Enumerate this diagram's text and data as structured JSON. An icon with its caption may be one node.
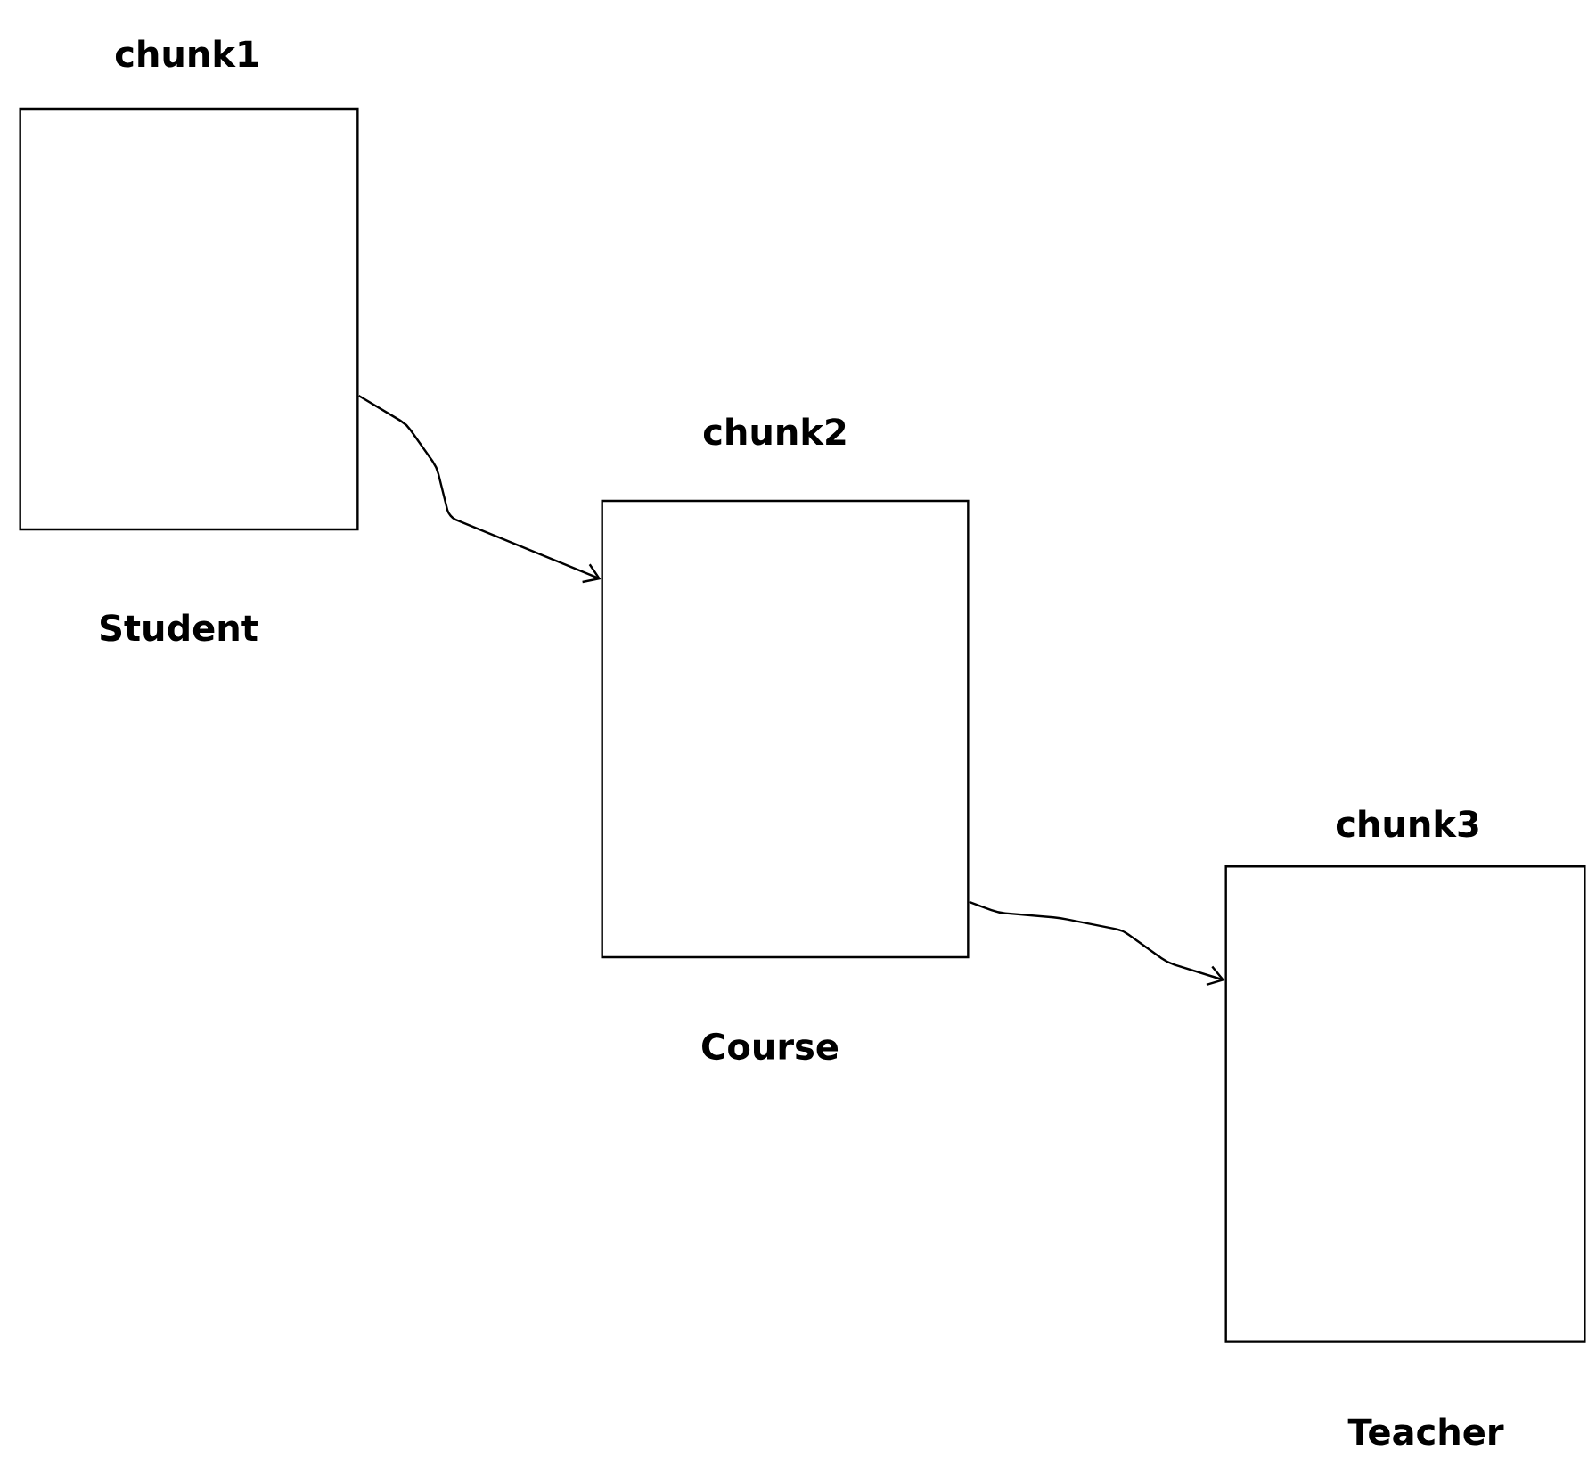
{
  "diagram": {
    "nodes": [
      {
        "text": [
          "chunk1"
        ],
        "beside": [
          "Student"
        ]
      },
      {
        "text": [
          "chunk2"
        ],
        "beside": [
          "Course"
        ]
      },
      {
        "text": [
          "chunk3"
        ],
        "beside": [
          "Teacher"
        ]
      }
    ],
    "edges": [
      {
        "from": 0,
        "to": 1,
        "arrow": "to"
      },
      {
        "from": 1,
        "to": 2,
        "arrow": "to"
      }
    ]
  }
}
